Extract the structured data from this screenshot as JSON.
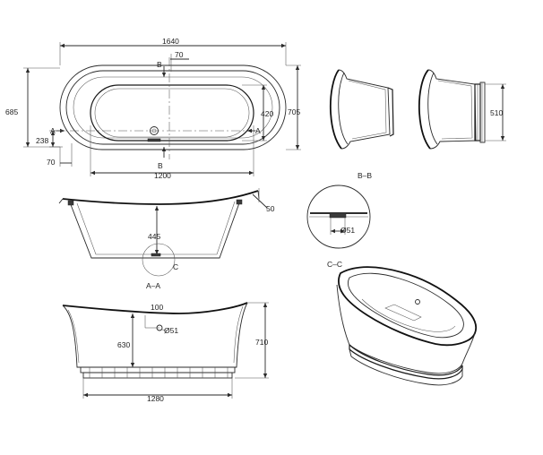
{
  "plan_view": {
    "dim_overall_length": "1640",
    "dim_overall_width": "685",
    "dim_height_total": "705",
    "dim_inner_width": "420",
    "dim_inner_length": "1200",
    "dim_waste_offset": "238",
    "dim_rim_left": "70",
    "dim_rim_top": "70",
    "section_a_left": "A",
    "section_a_right": "A",
    "section_b_top": "B",
    "section_b_bottom": "B"
  },
  "section_bb": {
    "label": "B–B",
    "dim_base_width": "510"
  },
  "section_aa": {
    "label": "A–A",
    "dim_depth": "445",
    "dim_rim_lip": "50",
    "detail_marker": "C"
  },
  "detail_cc": {
    "label": "C–C",
    "dim_waste_diameter": "Ø51"
  },
  "elevation": {
    "dim_waste_from_rim": "100",
    "dim_waste_diameter": "Ø51",
    "dim_inner_height": "630",
    "dim_total_height": "710",
    "dim_base_length": "1280"
  }
}
